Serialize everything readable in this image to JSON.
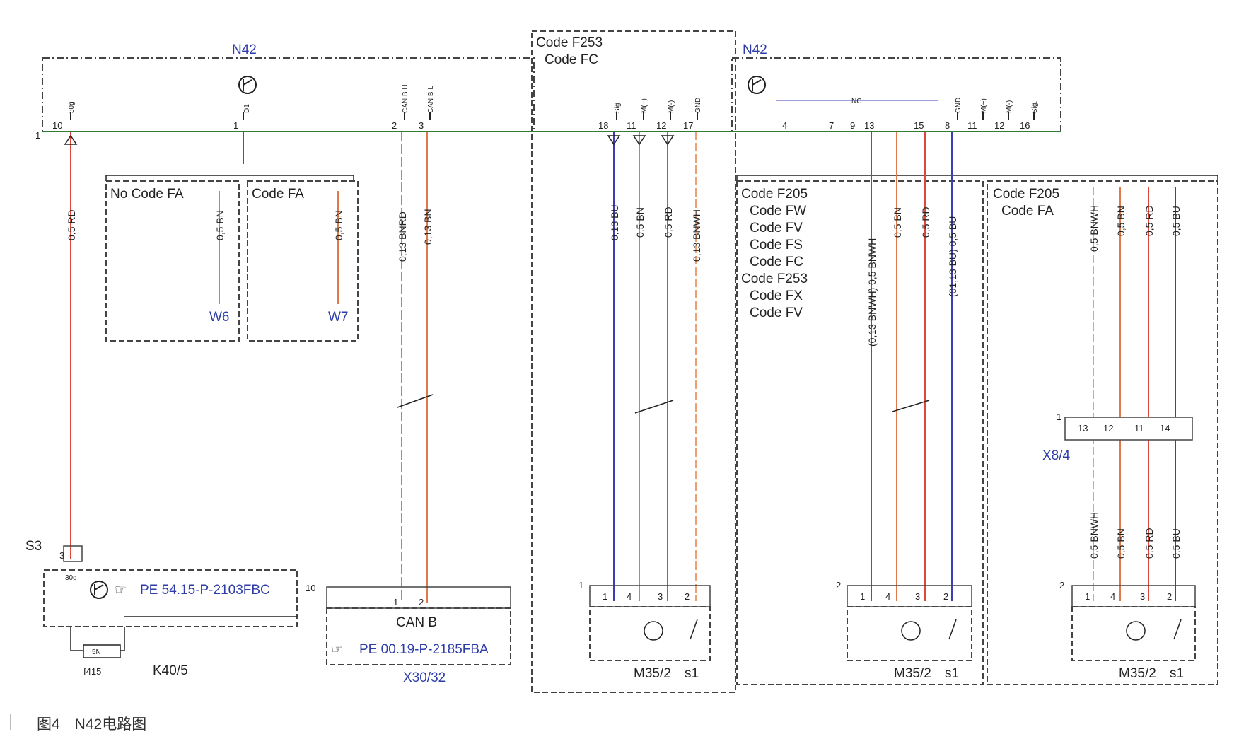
{
  "n42_left": "N42",
  "n42_right": "N42",
  "code_f253_fc": [
    "Code F253",
    "Code FC"
  ],
  "connector_main": "1",
  "pins_left": {
    "p10": "10",
    "p1": "1",
    "p2": "2",
    "p3": "3"
  },
  "sig_left": {
    "s30g": "30g",
    "sd1": "D1",
    "scanh": "CAN B H",
    "scanl": "CAN B L"
  },
  "pins_mid": {
    "p18": "18",
    "p11": "11",
    "p12": "12",
    "p17": "17"
  },
  "sig_mid": {
    "ssg": "Sig.",
    "sm1": "M(+)",
    "sm2": "M(-)",
    "sgnd": "GND"
  },
  "pins_right": {
    "p4": "4",
    "p7": "7",
    "p9": "9",
    "p13": "13",
    "p15": "15",
    "p8": "8",
    "p11": "11",
    "p12": "12",
    "p16": "16"
  },
  "nc": "NC",
  "sig_right": {
    "sgnd": "GND",
    "sm1": "M(+)",
    "sm2": "M(-)",
    "ssg": "Sig."
  },
  "box_nofa": {
    "title": "No Code FA",
    "wire": "0,5 BN",
    "out": "W6"
  },
  "box_fa": {
    "title": "Code FA",
    "wire": "0,5 BN",
    "out": "W7"
  },
  "wire_30g": "0,5 RD",
  "wire_canh": "0,13 BNRD",
  "wire_canl": "0,13 BN",
  "wires_mid": [
    "0,13 BU",
    "0,5 BN",
    "0,5 RD",
    "0,13 BNWH"
  ],
  "codes_mid_right": [
    "Code F205",
    "Code FW",
    "Code FV",
    "Code FS",
    "Code FC",
    "Code F253",
    "Code FX",
    "Code FV"
  ],
  "wires_mid_right": [
    "(0,13 BNWH) 0,5 BNWH",
    "0,5 BN",
    "0,5 RD",
    "(01,13 BU) 0,5 BU"
  ],
  "codes_far_right": [
    "Code F205",
    "Code FA"
  ],
  "wires_far_right": [
    "0,5 BNWH",
    "0,5 BN",
    "0,5 RD",
    "0,5 BU"
  ],
  "x84": {
    "label": "X8/4",
    "num": "1",
    "pins": [
      "13",
      "12",
      "11",
      "14"
    ]
  },
  "motor_pins": [
    "1",
    "4",
    "3",
    "2"
  ],
  "motor_conn": {
    "a": "1",
    "b": "2",
    "c": "2"
  },
  "motor_label": "M35/2",
  "switch_label": "s1",
  "s3": {
    "label": "S3",
    "pin": "3",
    "sig": "30g",
    "ref": "PE 54.15-P-2103FBC",
    "fuse": "5N",
    "fuse_id": "f415",
    "module": "K40/5"
  },
  "x3032": {
    "num": "10",
    "pins": [
      "1",
      "2"
    ],
    "bus": "CAN B",
    "ref": "PE 00.19-P-2185FBA",
    "label": "X30/32"
  },
  "colors": {
    "red": "#e0463c",
    "brown": "#e07a4a",
    "blue": "#3a3fb8",
    "orange": "#f0a070",
    "green": "#2e7d32",
    "dash": "#444444"
  },
  "caption": "图4　N42电路图"
}
